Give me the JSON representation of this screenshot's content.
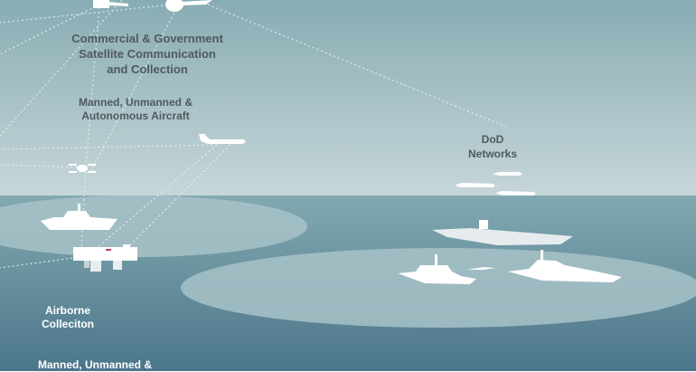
{
  "labels": {
    "satellite": [
      "Commercial & Government",
      "Satellite Communication",
      "and Collection"
    ],
    "aircraft": [
      "Manned, Unmanned &",
      "Autonomous Aircraft"
    ],
    "dod": [
      "DoD",
      "Networks"
    ],
    "airborne": [
      "Airborne",
      "Colleciton"
    ],
    "bottom": [
      "Manned, Unmanned &"
    ]
  },
  "colors": {
    "sky_top": "#8aaeb4",
    "sky_horizon": "#c5d5d8",
    "sea_top": "#80a8b0",
    "sea_bottom": "#4d788c",
    "zone": "#a9c4ca",
    "text_dark": "#4f5a60"
  }
}
